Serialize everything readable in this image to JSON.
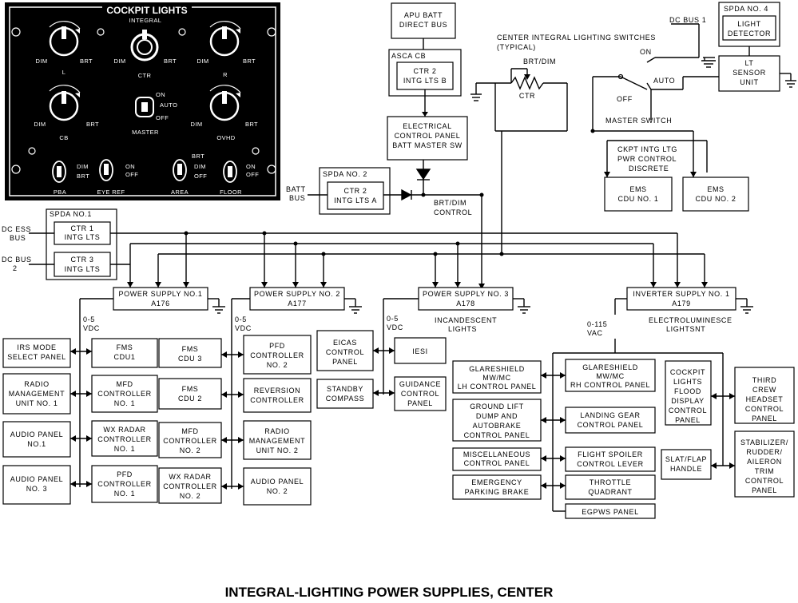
{
  "title": "INTEGRAL-LIGHTING POWER SUPPLIES, CENTER",
  "panel": {
    "title": "COCKPIT LIGHTS",
    "subtitle": "INTEGRAL",
    "dim": "DIM",
    "brt": "BRT",
    "on": "ON",
    "off": "OFF",
    "knobs": [
      "L",
      "CTR",
      "R",
      "CB",
      "OVHD"
    ],
    "master_pos": [
      "ON",
      "AUTO",
      "OFF"
    ],
    "master_label": "MASTER",
    "toggles": [
      "PBA",
      "EYE REF",
      "AREA",
      "FLOOR"
    ]
  },
  "blocks": {
    "apu_batt": [
      "APU BATT",
      "DIRECT BUS"
    ],
    "asca_cb": "ASCA CB",
    "ctr2_b": [
      "CTR 2",
      "INTG LTS B"
    ],
    "ecp": [
      "ELECTRICAL",
      "CONTROL PANEL",
      "BATT MASTER SW"
    ],
    "spda2": "SPDA NO. 2",
    "ctr2_a": [
      "CTR 2",
      "INTG LTS A"
    ],
    "spda4": "SPDA NO. 4",
    "light_detector": [
      "LIGHT",
      "DETECTOR"
    ],
    "lt_sensor": [
      "LT",
      "SENSOR",
      "UNIT"
    ],
    "ems1": [
      "EMS",
      "CDU NO. 1"
    ],
    "ems2": [
      "EMS",
      "CDU NO. 2"
    ],
    "spda1": "SPDA NO.1",
    "ctr1": [
      "CTR 1",
      "INTG LTS"
    ],
    "ctr3": [
      "CTR 3",
      "INTG LTS"
    ]
  },
  "labels": {
    "batt_bus": [
      "BATT",
      "BUS"
    ],
    "brt_dim_control": [
      "BRT/DIM",
      "CONTROL"
    ],
    "center_switches": [
      "CENTER INTEGRAL LIGHTING SWITCHES",
      "(TYPICAL)"
    ],
    "brt_dim": "BRT/DIM",
    "ctr": "CTR",
    "on": "ON",
    "off": "OFF",
    "auto": "AUTO",
    "dot": "",
    "dc_bus1": "DC BUS 1",
    "master_switch": "MASTER SWITCH",
    "ckpt_intg": [
      "CKPT INTG LTG",
      "PWR CONTROL",
      "DISCRETE"
    ],
    "dc_ess_bus": [
      "DC ESS",
      "BUS"
    ],
    "dc_bus2": [
      "DC BUS",
      "2"
    ],
    "vdc05": [
      "0-5",
      "VDC"
    ],
    "incandescent": [
      "INCANDESCENT",
      "LIGHTS"
    ],
    "vac": [
      "0-115",
      "VAC"
    ],
    "electro": [
      "ELECTROLUMINESCE",
      "LIGHTSNT"
    ]
  },
  "supplies": [
    {
      "name": "POWER SUPPLY NO.1",
      "id": "A176"
    },
    {
      "name": "POWER SUPPLY NO. 2",
      "id": "A177"
    },
    {
      "name": "POWER SUPPLY NO. 3",
      "id": "A178"
    },
    {
      "name": "INVERTER SUPPLY NO. 1",
      "id": "A179"
    }
  ],
  "loads": {
    "irs": [
      "IRS MODE",
      "SELECT PANEL"
    ],
    "rmu1": [
      "RADIO",
      "MANAGEMENT",
      "UNIT NO. 1"
    ],
    "audio1": [
      "AUDIO PANEL",
      "NO.1"
    ],
    "audio3": [
      "AUDIO PANEL",
      "NO. 3"
    ],
    "fms1": [
      "FMS",
      "CDU1"
    ],
    "mfd1": [
      "MFD",
      "CONTROLLER",
      "NO. 1"
    ],
    "wx1": [
      "WX RADAR",
      "CONTROLLER",
      "NO. 1"
    ],
    "pfd1": [
      "PFD",
      "CONTROLLER",
      "NO. 1"
    ],
    "fms3": [
      "FMS",
      "CDU 3"
    ],
    "fms2": [
      "FMS",
      "CDU 2"
    ],
    "mfd2": [
      "MFD",
      "CONTROLLER",
      "NO. 2"
    ],
    "wx2": [
      "WX RADAR",
      "CONTROLLER",
      "NO. 2"
    ],
    "pfd2": [
      "PFD",
      "CONTROLLER",
      "NO. 2"
    ],
    "reversion": [
      "REVERSION",
      "CONTROLLER"
    ],
    "rmu2": [
      "RADIO",
      "MANAGEMENT",
      "UNIT NO. 2"
    ],
    "audio2": [
      "AUDIO PANEL",
      "NO. 2"
    ],
    "eicas": [
      "EICAS",
      "CONTROL",
      "PANEL"
    ],
    "compass": [
      "STANDBY",
      "COMPASS"
    ],
    "iesi": "IESI",
    "guidance": [
      "GUIDANCE",
      "CONTROL",
      "PANEL"
    ],
    "glare_lh": [
      "GLARESHIELD",
      "MW/MC",
      "LH CONTROL PANEL"
    ],
    "ground_lift": [
      "GROUND LIFT",
      "DUMP AND",
      "AUTOBRAKE",
      "CONTROL PANEL"
    ],
    "misc": [
      "MISCELLANEOUS",
      "CONTROL PANEL"
    ],
    "parking": [
      "EMERGENCY",
      "PARKING BRAKE"
    ],
    "glare_rh": [
      "GLARESHIELD",
      "MW/MC",
      "RH CONTROL PANEL"
    ],
    "landing_gear": [
      "LANDING GEAR",
      "CONTROL PANEL"
    ],
    "spoiler": [
      "FLIGHT SPOILER",
      "CONTROL LEVER"
    ],
    "throttle": [
      "THROTTLE",
      "QUADRANT"
    ],
    "egpws": "EGPWS PANEL",
    "flood": [
      "COCKPIT",
      "LIGHTS",
      "FLOOD",
      "DISPLAY",
      "CONTROL",
      "PANEL"
    ],
    "slat": [
      "SLAT/FLAP",
      "HANDLE"
    ],
    "third_crew": [
      "THIRD",
      "CREW",
      "HEADSET",
      "CONTROL",
      "PANEL"
    ],
    "stabilizer": [
      "STABILIZER/",
      "RUDDER/",
      "AILERON",
      "TRIM",
      "CONTROL",
      "PANEL"
    ]
  }
}
